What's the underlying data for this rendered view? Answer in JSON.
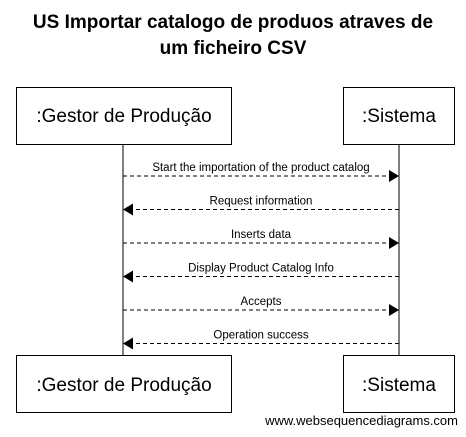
{
  "title": {
    "line1": "US Importar catalogo de produos atraves de",
    "line2": "um ficheiro CSV"
  },
  "participants": [
    {
      "id": "gestor",
      "label": ":Gestor de Produção"
    },
    {
      "id": "sistema",
      "label": ":Sistema"
    }
  ],
  "messages": [
    {
      "from": "gestor",
      "to": "sistema",
      "label": "Start the importation of the product catalog"
    },
    {
      "from": "sistema",
      "to": "gestor",
      "label": "Request information"
    },
    {
      "from": "gestor",
      "to": "sistema",
      "label": "Inserts data"
    },
    {
      "from": "sistema",
      "to": "gestor",
      "label": "Display Product Catalog Info"
    },
    {
      "from": "gestor",
      "to": "sistema",
      "label": "Accepts"
    },
    {
      "from": "sistema",
      "to": "gestor",
      "label": "Operation success"
    }
  ],
  "footer": "www.websequencediagrams.com"
}
